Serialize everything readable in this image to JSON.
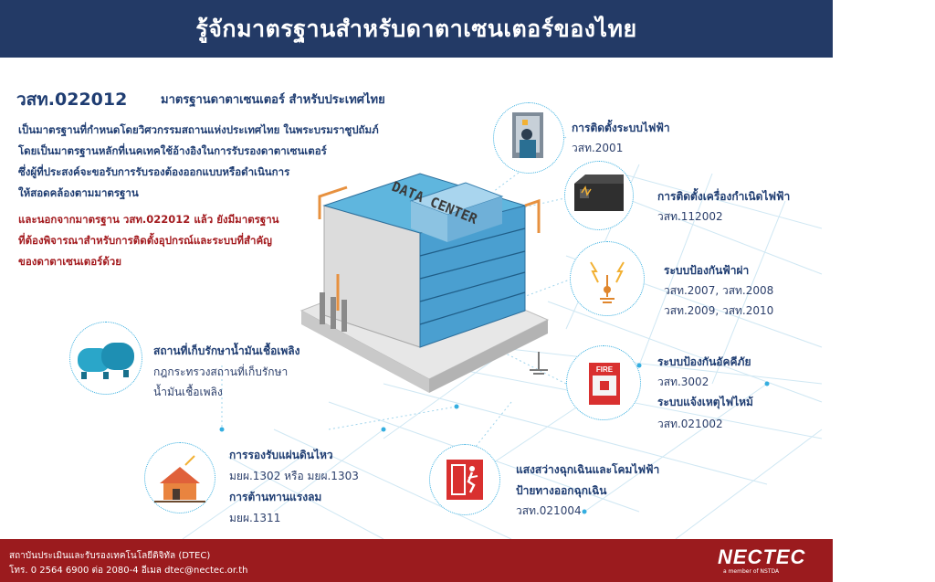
{
  "header": {
    "title": "รู้จักมาตรฐานสำหรับดาตาเซนเตอร์ของไทย"
  },
  "main": {
    "code": "วสท.022012",
    "subtitle": "มาตรฐานดาตาเซนเตอร์ สำหรับประเทศไทย",
    "desc_lines": [
      "เป็นมาตรฐานที่กำหนดโดยวิศวกรรมสถานแห่งประเทศไทย ในพระบรมราชูปถัมภ์",
      "โดยเป็นมาตรฐานหลักที่เนคเทคใช้อ้างอิงในการรับรองดาตาเซนเตอร์",
      "ซึ่งผู้ที่ประสงค์จะขอรับการรับรองต้องออกแบบหรือดำเนินการ",
      "ให้สอดคล้องตามมาตรฐาน"
    ],
    "note_lines": [
      "และนอกจากมาตรฐาน วสท.022012 แล้ว ยังมีมาตรฐาน",
      "ที่ต้องพิจารณาสำหรับการติดตั้งอุปกรณ์และระบบที่สำคัญ",
      "ของดาตาเซนเตอร์ด้วย"
    ]
  },
  "building": {
    "sign": "DATA CENTER"
  },
  "items": {
    "electrical": {
      "title": "การติดตั้งระบบไฟฟ้า",
      "code": "วสท.2001"
    },
    "generator": {
      "title": "การติดตั้งเครื่องกำเนิดไฟฟ้า",
      "code": "วสท.112002"
    },
    "lightning": {
      "title": "ระบบป้องกันฟ้าผ่า",
      "code1": "วสท.2007, วสท.2008",
      "code2": "วสท.2009, วสท.2010"
    },
    "fire": {
      "title": "ระบบป้องกันอัคคีภัย",
      "code": "วสท.3002",
      "title2": "ระบบแจ้งเหตุไฟไหม้",
      "code2": "วสท.021002",
      "label": "FIRE"
    },
    "fuel": {
      "title": "สถานที่เก็บรักษาน้ำมันเชื้อเพลิง",
      "line1": "กฎกระทรวงสถานที่เก็บรักษา",
      "line2": "น้ำมันเชื้อเพลิง"
    },
    "earthquake": {
      "title": "การรองรับแผ่นดินไหว",
      "code": "มยผ.1302 หรือ มยผ.1303",
      "title2": "การต้านทานแรงลม",
      "code2": "มยผ.1311"
    },
    "emergency": {
      "title": "แสงสว่างฉุกเฉินและโคมไฟฟ้า",
      "title2": "ป้ายทางออกฉุกเฉิน",
      "code": "วสท.021004"
    }
  },
  "footer": {
    "line1": "สถาบันประเมินและรับรองเทคโนโลยีดิจิทัล (DTEC)",
    "line2": "โทร. 0 2564 6900 ต่อ 2080-4 อีเมล dtec@nectec.or.th",
    "logo": "NECTEC",
    "logo_sub": "a member of NSTDA"
  },
  "colors": {
    "header": "#233a66",
    "footer": "#9b1b1e",
    "title_blue": "#1f3d72",
    "note_red": "#a31b1f",
    "accent_cyan": "#35aee0"
  }
}
